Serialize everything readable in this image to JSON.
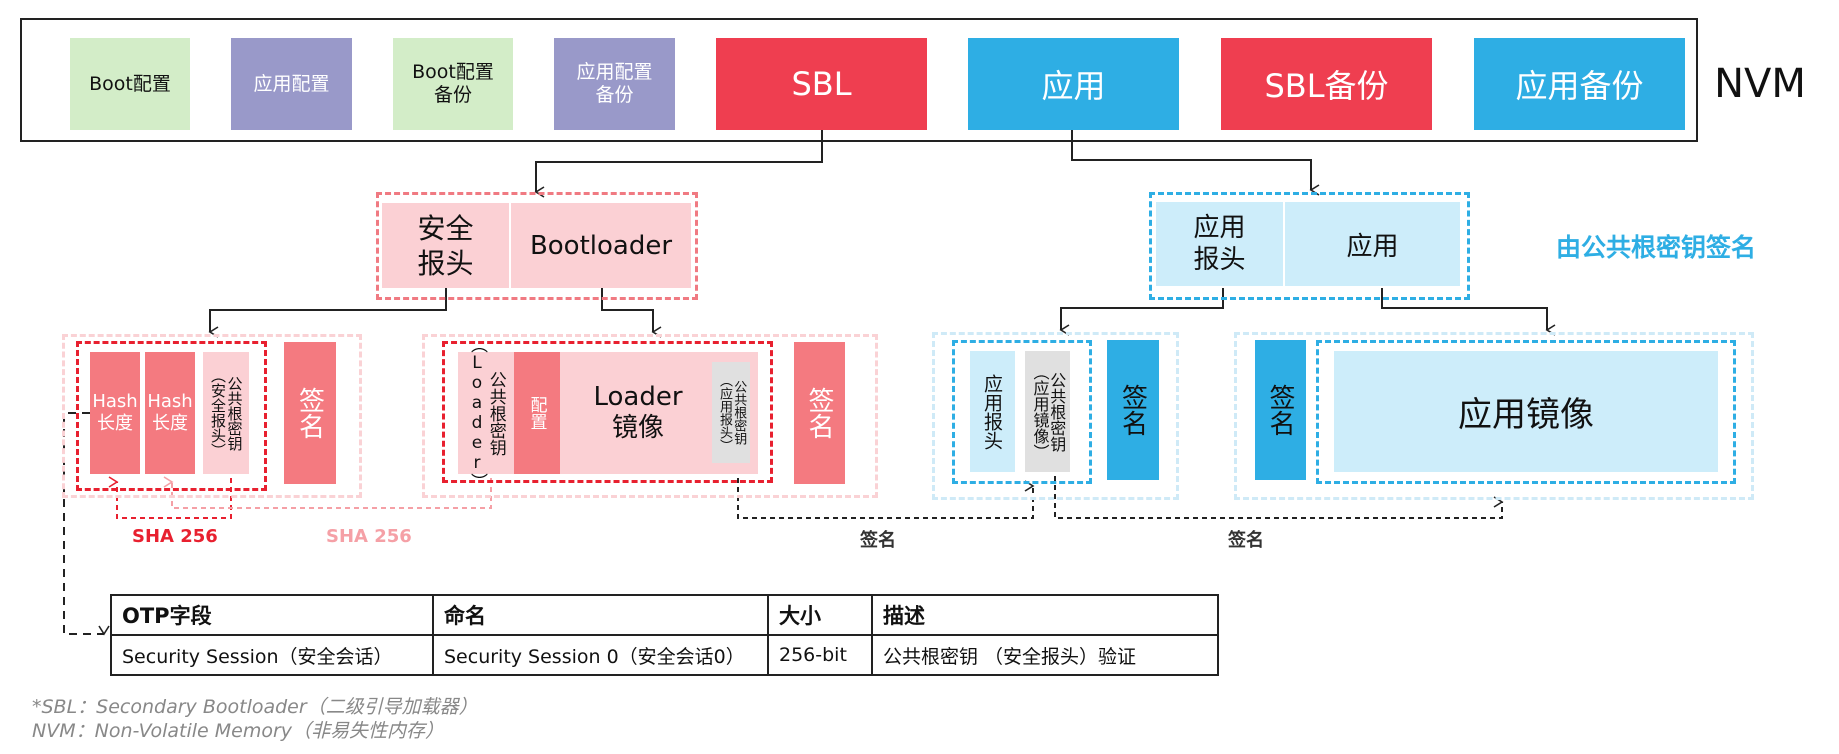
{
  "nvm": {
    "label": "NVM",
    "blocks": [
      {
        "label": "Boot配置",
        "style": "green"
      },
      {
        "label": "应用配置",
        "style": "purple"
      },
      {
        "label": "Boot配置\n备份",
        "style": "green"
      },
      {
        "label": "应用配置\n备份",
        "style": "purple"
      },
      {
        "label": "SBL",
        "style": "red"
      },
      {
        "label": "应用",
        "style": "blue"
      },
      {
        "label": "SBL备份",
        "style": "red"
      },
      {
        "label": "应用备份",
        "style": "blue"
      }
    ]
  },
  "sbl_group": {
    "security_header": "安全\n报头",
    "bootloader": "Bootloader"
  },
  "app_group": {
    "app_header": "应用\n报头",
    "app": "应用",
    "signed_note": "由公共根密钥签名"
  },
  "security_header_detail": {
    "hash1": "Hash\n长度",
    "hash2": "Hash\n长度",
    "root_key": "公共根密钥\n（安全报头）",
    "signature": "签名"
  },
  "bootloader_detail": {
    "root_key": "公共根密钥\n（Loader）",
    "config": "配置",
    "image": "Loader\n镜像",
    "app_header_key": "公共根密钥\n（应用报头）",
    "signature": "签名"
  },
  "app_header_detail": {
    "app_header": "应用报头",
    "root_key": "公共根密钥\n（应用镜像）",
    "signature": "签名"
  },
  "app_image_detail": {
    "signature": "签名",
    "image": "应用镜像"
  },
  "annotations": {
    "sha256_a": "SHA 256",
    "sha256_b": "SHA 256",
    "sign_a": "签名",
    "sign_b": "签名"
  },
  "colors": {
    "red": "#ef3e50",
    "blue": "#2eaee4",
    "green": "#d3edc8",
    "purple": "#9999c9",
    "salmon": "#f47a80",
    "pink": "#fbd0d4",
    "light_blue": "#cdedfa"
  },
  "otp_table": {
    "headers": [
      "OTP字段",
      "命名",
      "大小",
      "描述"
    ],
    "rows": [
      [
        "Security Session（安全会话）",
        "Security Session 0（安全会话0）",
        "256-bit",
        "公共根密钥 （安全报头）验证"
      ]
    ]
  },
  "footnotes": [
    "*SBL：Secondary Bootloader（二级引导加载器）",
    "NVM：Non-Volatile Memory（非易失性内存）"
  ]
}
